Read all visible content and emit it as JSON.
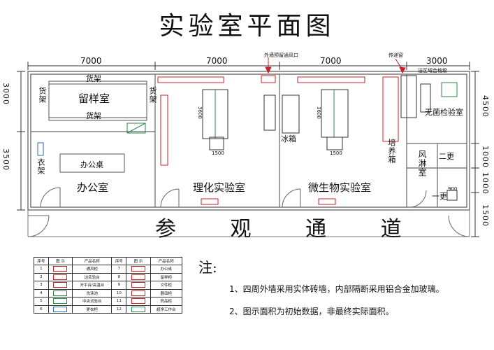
{
  "title": "实验室平面图",
  "dimensions": {
    "top": [
      "7000",
      "7000",
      "7000",
      "3000"
    ],
    "left_upper": "3000",
    "left_lower": "3500",
    "right_upper": "4500",
    "right_lower_a": "1000",
    "right_lower_b": "1000",
    "right_lower_c": "1500",
    "small": {
      "d1": "1500",
      "d2": "1500",
      "d3": "3600",
      "d4": "3600",
      "d5": "900"
    }
  },
  "annotations": {
    "exhaust": "外墙预留通风口",
    "pass_box": "传递窗",
    "clean_area": "洁区域合格级"
  },
  "rooms": {
    "sample": "留样室",
    "office": "办公室",
    "physchem": "理化实验室",
    "micro": "微生物实验室",
    "sterile": "无菌检验室",
    "air_shower": "风淋室",
    "change2": "二更",
    "change1": "一更",
    "corridor": "参 观 通 道"
  },
  "furniture": {
    "shelf_top": "货架",
    "shelf_bottom": "货架",
    "shelf_left": "货架",
    "shelf_right": "货架",
    "desk": "办公桌",
    "wardrobe": "衣架",
    "fridge": "冰箱",
    "incubator": "培养箱"
  },
  "legend": {
    "headers": [
      "序号",
      "图 示",
      "产品名称",
      "序号",
      "图 示",
      "产品名称"
    ],
    "rows": [
      [
        "1",
        "通风柜",
        "7",
        "办公桌"
      ],
      [
        "2",
        "边实验台",
        "8",
        "留样柜"
      ],
      [
        "3",
        "天平台/高温台",
        "9",
        "文件柜"
      ],
      [
        "4",
        "洗涤池",
        "10",
        "器皿柜"
      ],
      [
        "5",
        "中央试验台",
        "11",
        "药品柜"
      ],
      [
        "6",
        "更衣柜",
        "12",
        "超净工作台"
      ]
    ]
  },
  "notes": {
    "heading": "注:",
    "items": [
      "1、四周外墙采用实体砖墙，内部隔断采用铝合金加玻璃。",
      "2、图示面积为初始数据，非最终实际面积。"
    ]
  },
  "colors": {
    "accent_red": "#c8202a",
    "accent_green": "#2a8a4a",
    "accent_blue": "#2a6ab0"
  }
}
